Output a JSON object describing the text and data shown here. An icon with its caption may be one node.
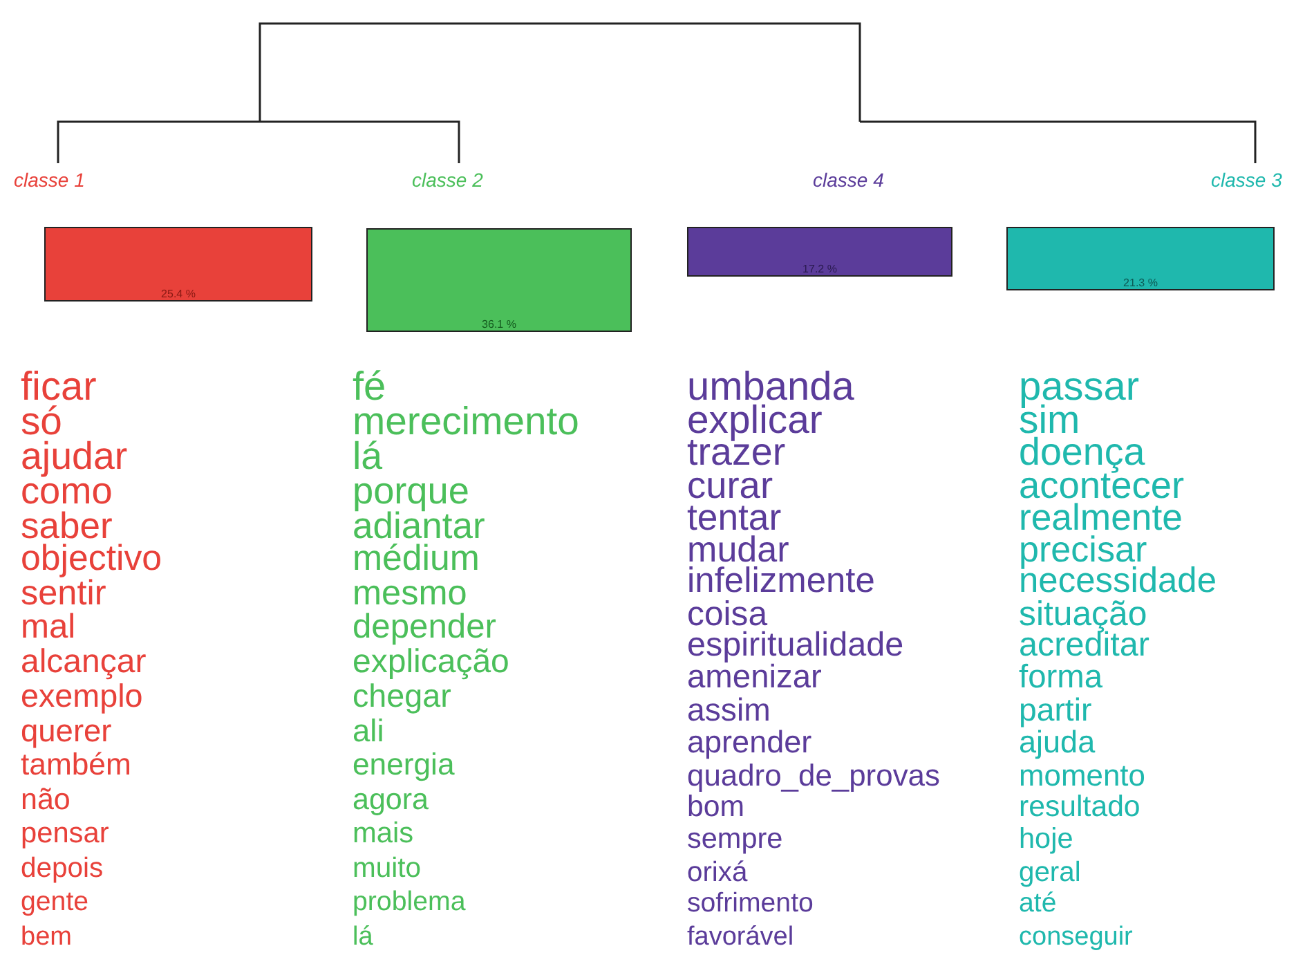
{
  "diagram": {
    "nodes": [
      {
        "text": [
          "25.4 %"
        ],
        "beside": [
          "classe 1",
          "ficar",
          "só",
          "ajudar",
          "como",
          "saber",
          "objectivo",
          "sentir",
          "mal",
          "alcançar",
          "exemplo",
          "querer",
          "também",
          "não",
          "pensar",
          "depois",
          "gente",
          "bem"
        ]
      },
      {
        "text": [
          "36.1 %"
        ],
        "beside": [
          "classe 2",
          "fé",
          "merecimento",
          "lá",
          "porque",
          "adiantar",
          "médium",
          "mesmo",
          "depender",
          "explicação",
          "chegar",
          "ali",
          "energia",
          "agora",
          "mais",
          "muito",
          "problema",
          "lá"
        ]
      },
      {
        "text": [
          "17.2 %"
        ],
        "beside": [
          "classe 4",
          "umbanda",
          "explicar",
          "trazer",
          "curar",
          "tentar",
          "mudar",
          "infelizmente",
          "coisa",
          "espiritualidade",
          "amenizar",
          "assim",
          "aprender",
          "quadro_de_provas",
          "bom",
          "sempre",
          "orixá",
          "sofrimento",
          "favorável"
        ]
      },
      {
        "text": [
          "21.3 %"
        ],
        "beside": [
          "classe 3",
          "passar",
          "sim",
          "doença",
          "acontecer",
          "realmente",
          "precisar",
          "necessidade",
          "situação",
          "acreditar",
          "forma",
          "partir",
          "ajuda",
          "momento",
          "resultado",
          "hoje",
          "geral",
          "até",
          "conseguir"
        ]
      }
    ]
  }
}
